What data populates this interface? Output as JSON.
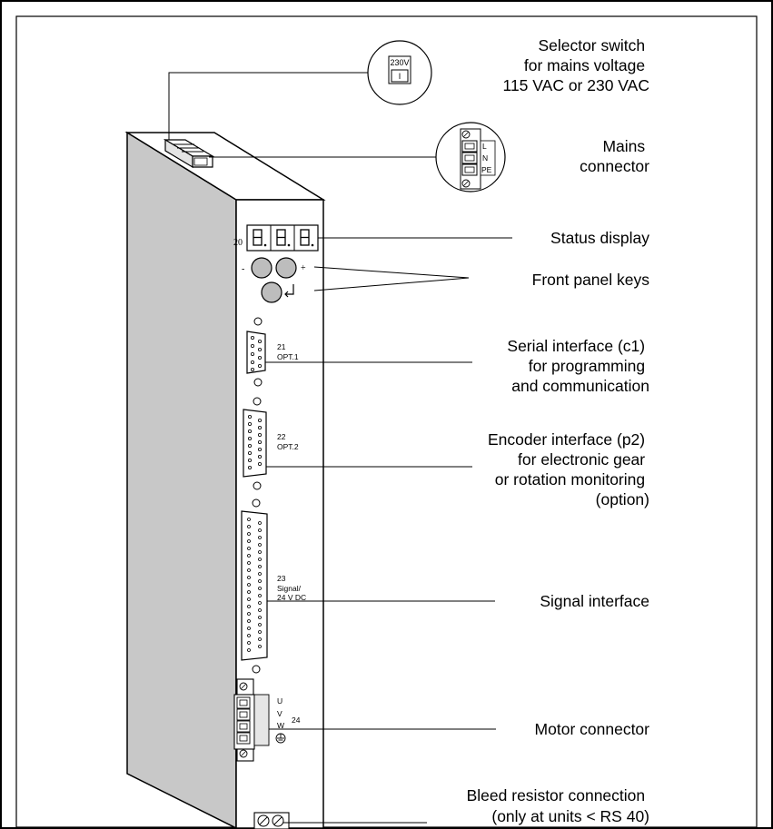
{
  "callouts": {
    "selector_switch": [
      "Selector switch",
      "for mains voltage",
      "115 VAC or 230 VAC"
    ],
    "mains_connector": [
      "Mains",
      "connector"
    ],
    "status_display": [
      "Status display"
    ],
    "front_panel_keys": [
      "Front panel keys"
    ],
    "serial_interface": [
      "Serial interface (c1)",
      "for programming",
      "and communication"
    ],
    "encoder_interface": [
      "Encoder interface (p2)",
      "for electronic gear",
      "or rotation monitoring",
      "(option)"
    ],
    "signal_interface": [
      "Signal interface"
    ],
    "motor_connector": [
      "Motor connector"
    ],
    "bleed_resistor": [
      "Bleed resistor connection",
      "(only at units < RS 40)"
    ]
  },
  "device": {
    "switch_label": "230V",
    "switch_position": "I",
    "mains_terminals": [
      "L",
      "N",
      "PE"
    ],
    "display_number": "20",
    "display_digits": [
      "8.",
      "8.",
      "8."
    ],
    "key_minus": "-",
    "key_plus": "+",
    "port21_number": "21",
    "port21_name": "OPT.1",
    "port22_number": "22",
    "port22_name": "OPT.2",
    "port23_number": "23",
    "port23_name_line1": "Signal/",
    "port23_name_line2": "24 V DC",
    "motor_terminals": [
      "U",
      "V",
      "W"
    ],
    "port24_number": "24"
  }
}
